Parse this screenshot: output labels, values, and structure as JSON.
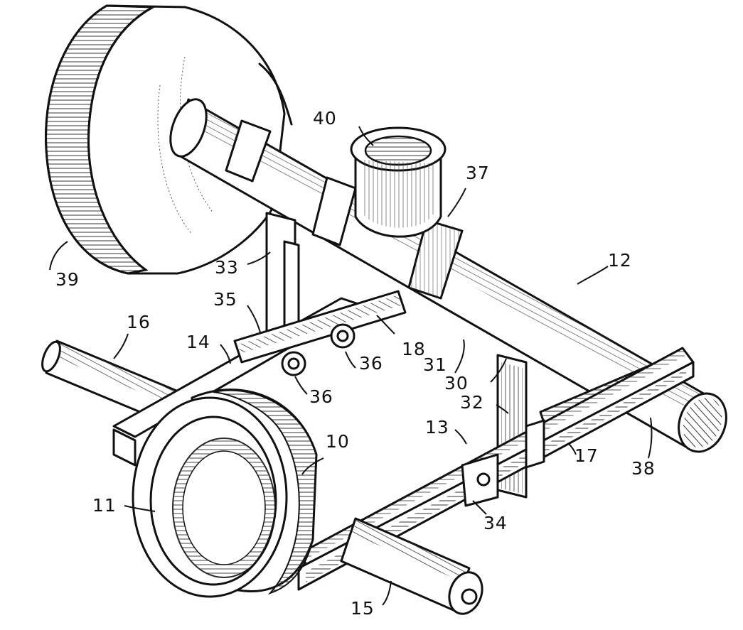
{
  "figure": {
    "labels": {
      "l10": "10",
      "l11": "11",
      "l12": "12",
      "l13": "13",
      "l14": "14",
      "l15": "15",
      "l16": "16",
      "l17": "17",
      "l18": "18",
      "l30": "30",
      "l31": "31",
      "l32": "32",
      "l33": "33",
      "l34": "34",
      "l35": "35",
      "l36a": "36",
      "l36b": "36",
      "l37": "37",
      "l38": "38",
      "l39": "39",
      "l40": "40"
    }
  }
}
